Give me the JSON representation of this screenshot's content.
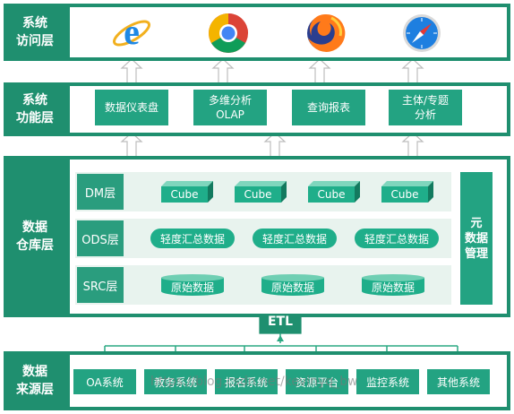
{
  "layers": {
    "access": "系统\n访问层",
    "function": "系统\n功能层",
    "warehouse": "数据\n仓库层",
    "source": "数据\n来源层"
  },
  "access_icons": [
    "ie-icon",
    "chrome-icon",
    "firefox-icon",
    "safari-icon"
  ],
  "functions": [
    "数据仪表盘",
    "多维分析\nOLAP",
    "查询报表",
    "主体/专题\n分析"
  ],
  "warehouse": {
    "dm_label": "DM层",
    "ods_label": "ODS层",
    "src_label": "SRC层",
    "cubes": [
      "Cube",
      "Cube",
      "Cube",
      "Cube"
    ],
    "ods_items": [
      "轻度汇总数据",
      "轻度汇总数据",
      "轻度汇总数据"
    ],
    "src_items": [
      "原始数据",
      "原始数据",
      "原始数据"
    ],
    "metadata": "元\n数据\n管理"
  },
  "etl": "ETL",
  "sources": [
    "OA系统",
    "教务系统",
    "报名系统",
    "资源平台",
    "监控系统",
    "其他系统"
  ],
  "watermark": "https://blog.csdn.net/kevinyq_bw",
  "colors": {
    "primary": "#1f8f6f",
    "accent": "#1fae8a"
  }
}
